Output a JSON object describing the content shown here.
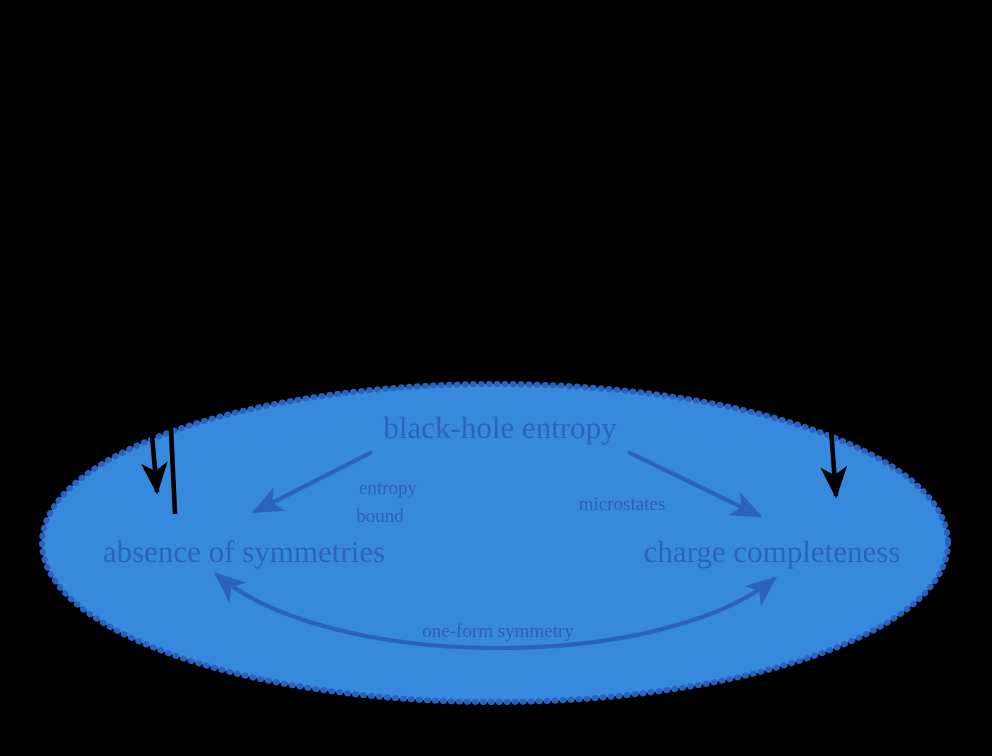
{
  "figure": {
    "background_color": "#000000",
    "region": {
      "name": "black-hole entropy region",
      "fill_color": "#3689dc",
      "border_color": "#2a62c0",
      "border_style": "dotted"
    },
    "title": "black-hole entropy",
    "nodes": [
      {
        "id": "absence",
        "label": "absence of symmetries"
      },
      {
        "id": "charge",
        "label": "charge completeness"
      }
    ],
    "edges": [
      {
        "id": "entropy-bound",
        "label_line1": "entropy",
        "label_line2": "bound",
        "from": "black-hole entropy",
        "to": "absence of symmetries",
        "color": "#2a62c0",
        "heads": "one"
      },
      {
        "id": "microstates",
        "label_line1": "microstates",
        "label_line2": "",
        "from": "black-hole entropy",
        "to": "charge completeness",
        "color": "#2a62c0",
        "heads": "one"
      },
      {
        "id": "one-form-symmetry",
        "label_line1": "one-form symmetry",
        "label_line2": "",
        "from": "absence of symmetries",
        "to": "charge completeness",
        "color": "#2a62c0",
        "heads": "both"
      }
    ],
    "external_arrows": [
      {
        "id": "external-left-arrow",
        "color": "#000000",
        "direction": "down"
      },
      {
        "id": "external-left-line",
        "color": "#000000",
        "direction": "none"
      },
      {
        "id": "external-right-arrow",
        "color": "#000000",
        "direction": "down"
      }
    ]
  }
}
